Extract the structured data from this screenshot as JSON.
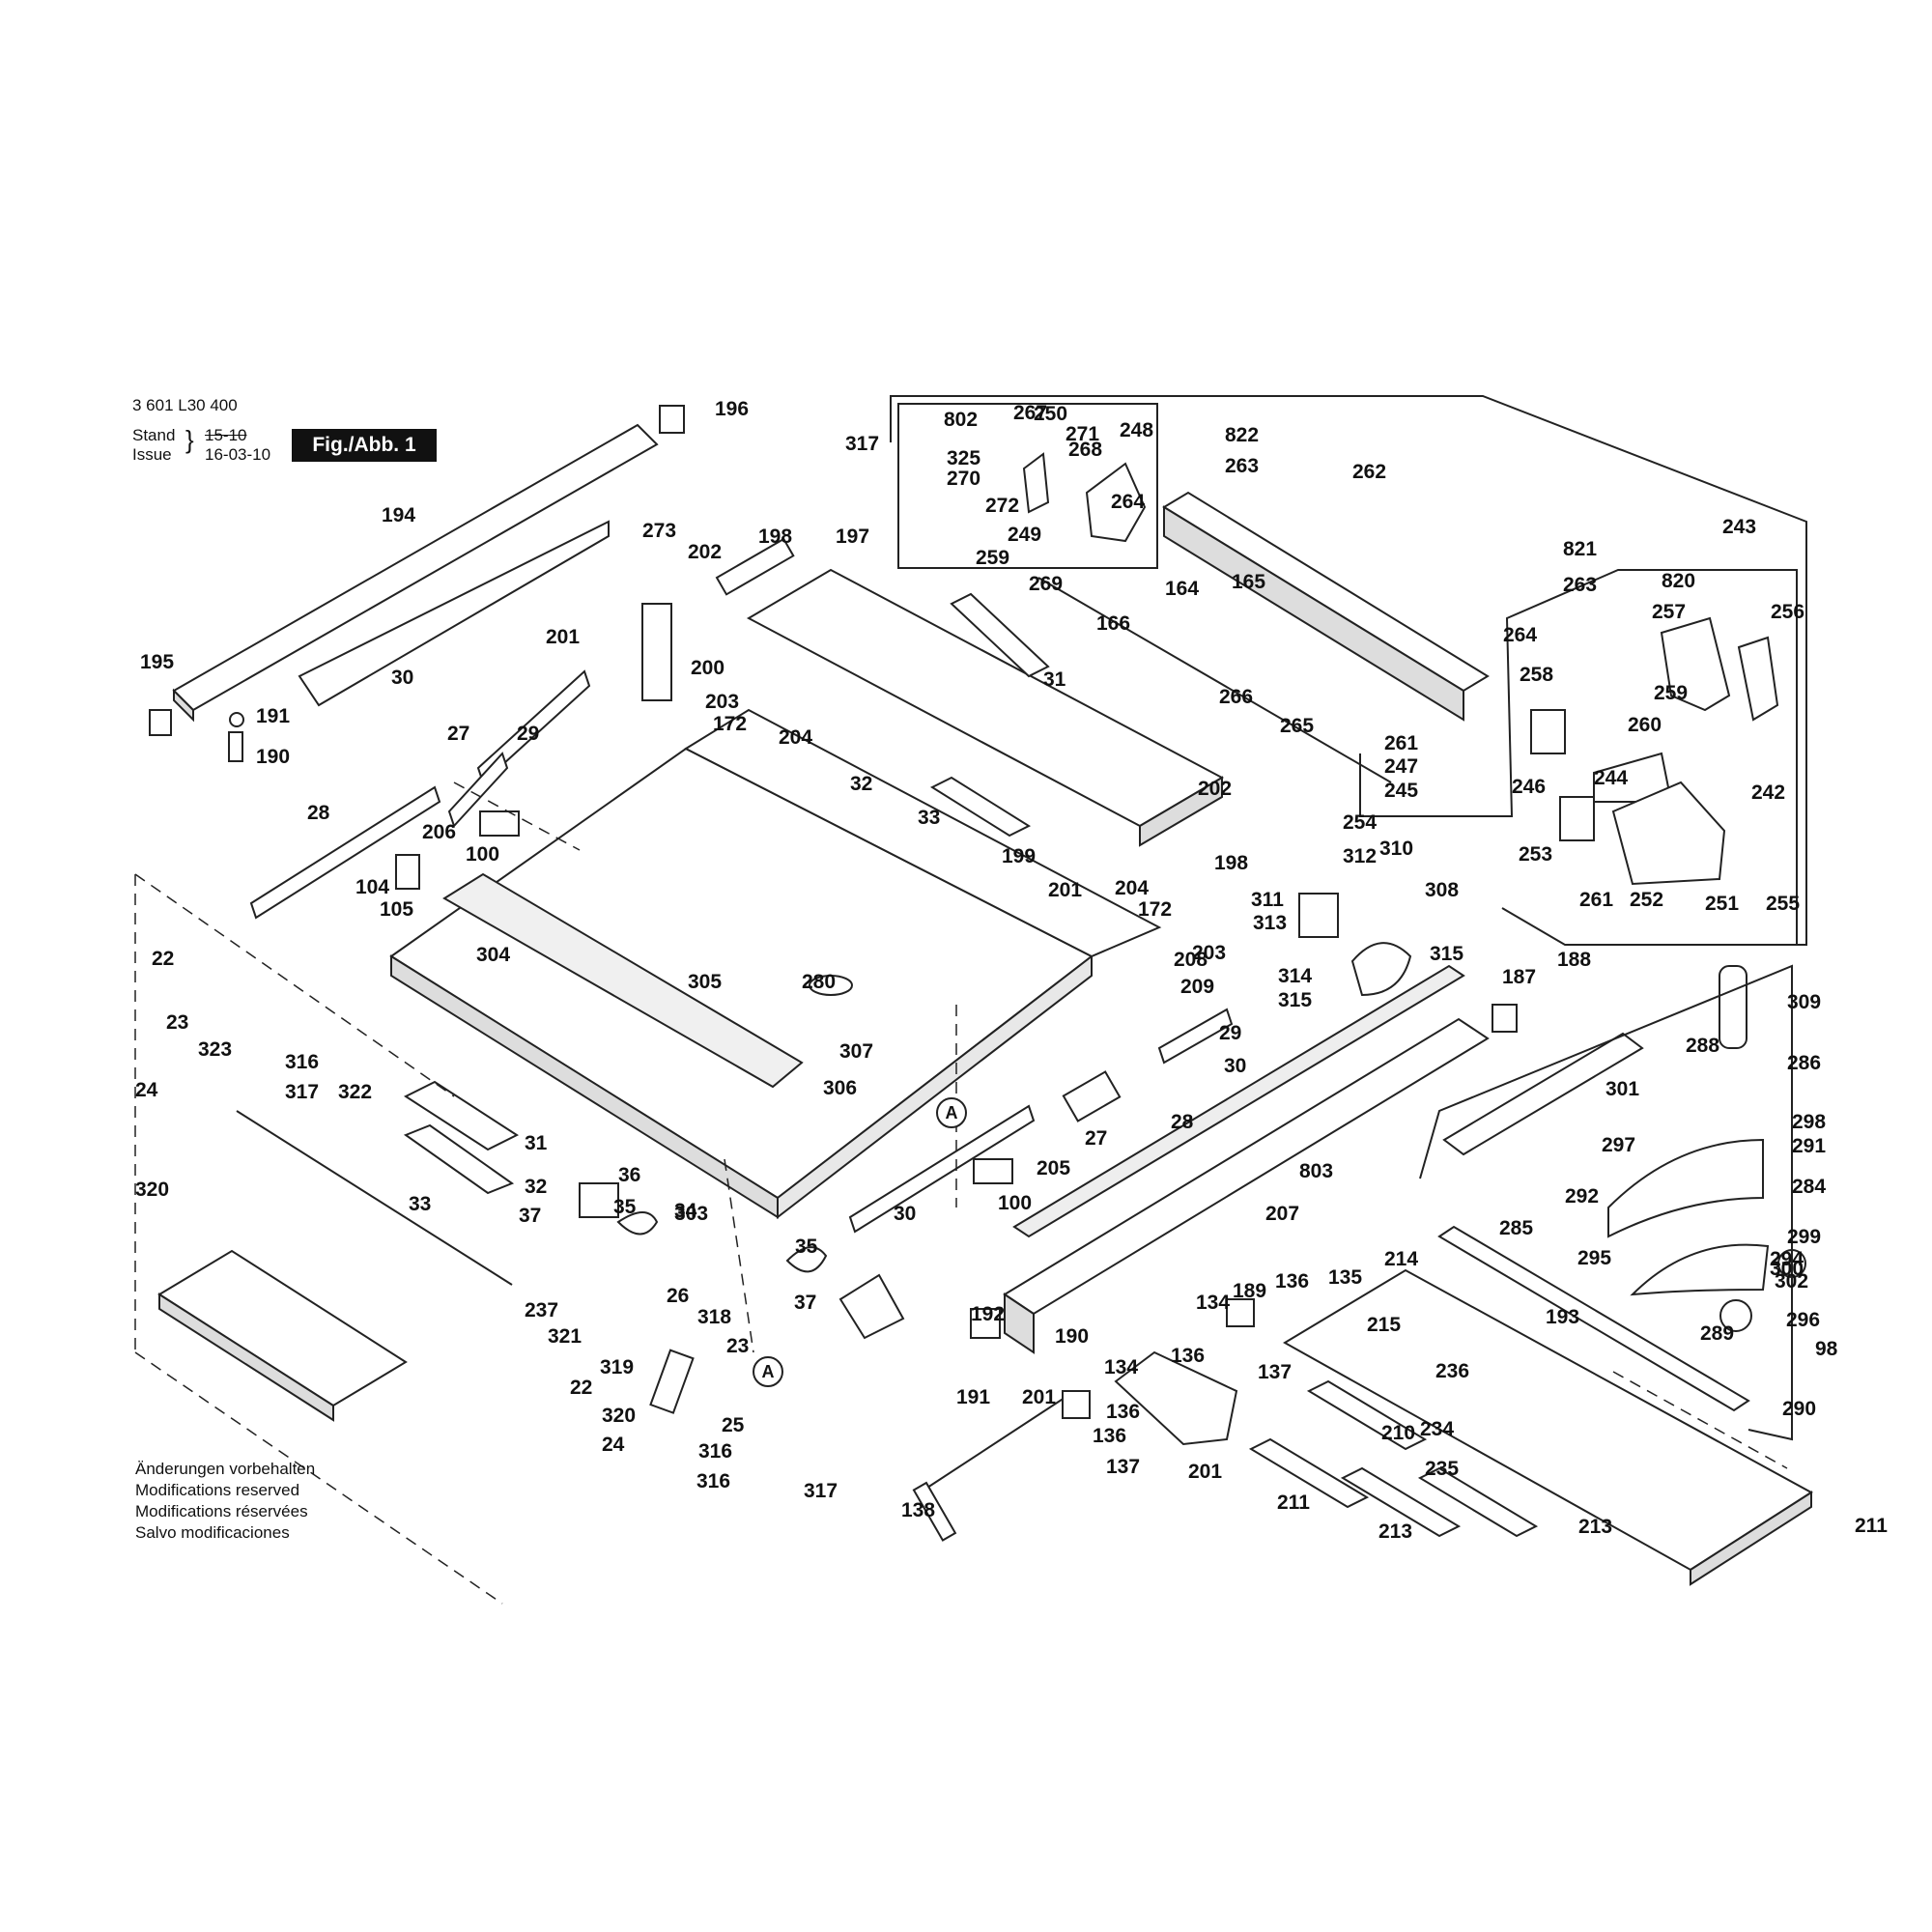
{
  "header": {
    "drawing_number": "3 601 L30 400",
    "stand_label": "Stand",
    "issue_label": "Issue",
    "stand_value": "15-10",
    "issue_value": "16-03-10",
    "figure_badge": "Fig./Abb. 1"
  },
  "notes": [
    "Änderungen vorbehalten",
    "Modifications reserved",
    "Modifications réservées",
    "Salvo modificaciones"
  ],
  "reference_markers": [
    "A",
    "A"
  ],
  "part_labels": [
    "196",
    "194",
    "273",
    "195",
    "191",
    "190",
    "30",
    "201",
    "202",
    "198",
    "197",
    "200",
    "203",
    "172",
    "204",
    "29",
    "27",
    "28",
    "206",
    "100",
    "104",
    "105",
    "31",
    "22",
    "23",
    "323",
    "316",
    "317",
    "24",
    "320",
    "322",
    "31",
    "32",
    "33",
    "36",
    "37",
    "35",
    "34",
    "35",
    "37",
    "303",
    "304",
    "305",
    "307",
    "306",
    "280",
    "32",
    "33",
    "199",
    "201",
    "204",
    "172",
    "203",
    "202",
    "198",
    "208",
    "209",
    "29",
    "30",
    "27",
    "205",
    "100",
    "30",
    "28",
    "207",
    "187",
    "188",
    "193",
    "192",
    "190",
    "191",
    "189",
    "134",
    "136",
    "136",
    "137",
    "201",
    "134",
    "136",
    "136",
    "137",
    "201",
    "138",
    "135",
    "214",
    "210",
    "211",
    "213",
    "213",
    "211",
    "215",
    "236",
    "234",
    "235",
    "237",
    "321",
    "319",
    "26",
    "318",
    "23",
    "22",
    "320",
    "24",
    "25",
    "316",
    "316",
    "317",
    "317",
    "802",
    "250",
    "271",
    "248",
    "268",
    "325",
    "270",
    "272",
    "249",
    "259",
    "269",
    "267",
    "822",
    "263",
    "264",
    "262",
    "164",
    "165",
    "166",
    "266",
    "265",
    "821",
    "263",
    "264",
    "243",
    "820",
    "256",
    "257",
    "259",
    "258",
    "261",
    "247",
    "245",
    "246",
    "244",
    "260",
    "242",
    "253",
    "261",
    "252",
    "251",
    "255",
    "254",
    "312",
    "310",
    "311",
    "308",
    "313",
    "314",
    "315",
    "315",
    "309",
    "286",
    "288",
    "301",
    "297",
    "298",
    "291",
    "292",
    "284",
    "299",
    "300",
    "803",
    "285",
    "295",
    "294",
    "302",
    "296",
    "98",
    "289",
    "290"
  ],
  "colors": {
    "line": "#222222",
    "fill": "#ffffff",
    "shade": "#d8d8d8",
    "badge": "#111111"
  }
}
